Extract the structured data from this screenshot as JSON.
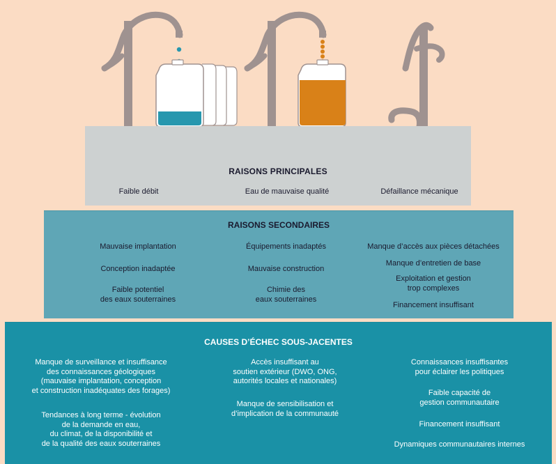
{
  "colors": {
    "background": "#FBDCC4",
    "pump": "#9F9290",
    "primary_panel": "#CDD1D1",
    "secondary_panel": "#5FA6B6",
    "causes_panel": "#1A91A6",
    "water_clean": "#2797AE",
    "water_dirty": "#D98118"
  },
  "primary": {
    "title": "RAISONS PRINCIPALES",
    "items": [
      "Faible débit",
      "Eau de mauvaise qualité",
      "Défaillance mécanique"
    ]
  },
  "secondary": {
    "title": "RAISONS SECONDAIRES",
    "columns": [
      [
        "Mauvaise implantation",
        "Conception inadaptée",
        "Faible potentiel\ndes eaux souterraines"
      ],
      [
        "Équipements inadaptés",
        "Mauvaise construction",
        "Chimie des\neaux souterraines"
      ],
      [
        "Manque d’accès aux pièces détachées",
        "Manque d’entretien de base",
        "Exploitation et gestion\ntrop complexes",
        "Financement insuffisant"
      ]
    ]
  },
  "causes": {
    "title": "CAUSES D’ÉCHEC SOUS-JACENTES",
    "columns": [
      [
        "Manque de surveillance et insuffisance\ndes connaissances géologiques\n(mauvaise implantation, conception\net construction inadéquates des forages)",
        "Tendances à long terme - évolution\nde la demande en eau,\ndu climat, de la disponibilité et\nde la qualité des eaux souterraines"
      ],
      [
        "Accès insuffisant au\nsoutien extérieur (DWO, ONG,\nautorités locales et nationales)",
        "Manque de sensibilisation et\nd’implication de la communauté"
      ],
      [
        "Connaissances insuffisantes\npour éclairer les politiques",
        "Faible capacité de\ngestion communautaire",
        "Financement insuffisant",
        "Dynamiques communautaires internes"
      ]
    ]
  }
}
